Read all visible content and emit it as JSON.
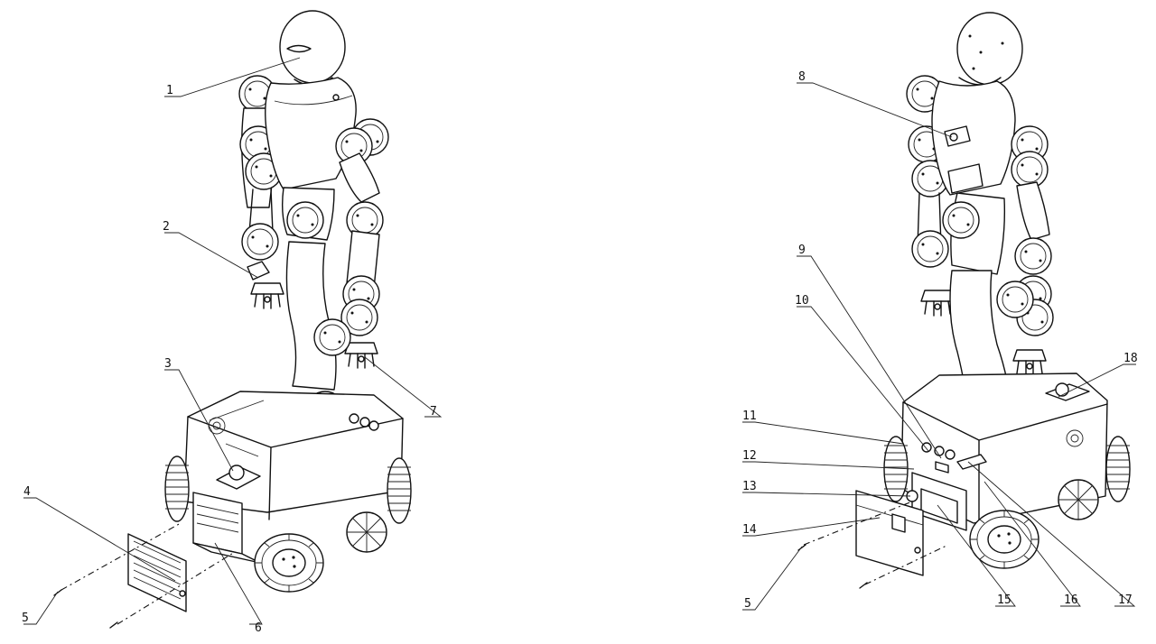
{
  "figure": {
    "left_view": {
      "callouts": [
        {
          "label": "1"
        },
        {
          "label": "2"
        },
        {
          "label": "3"
        },
        {
          "label": "4"
        },
        {
          "label": "5"
        },
        {
          "label": "6"
        },
        {
          "label": "7"
        }
      ]
    },
    "right_view": {
      "callouts": [
        {
          "label": "8"
        },
        {
          "label": "9"
        },
        {
          "label": "10"
        },
        {
          "label": "11"
        },
        {
          "label": "12"
        },
        {
          "label": "13"
        },
        {
          "label": "14"
        },
        {
          "label": "5"
        },
        {
          "label": "15"
        },
        {
          "label": "16"
        },
        {
          "label": "17"
        },
        {
          "label": "18"
        }
      ]
    }
  }
}
